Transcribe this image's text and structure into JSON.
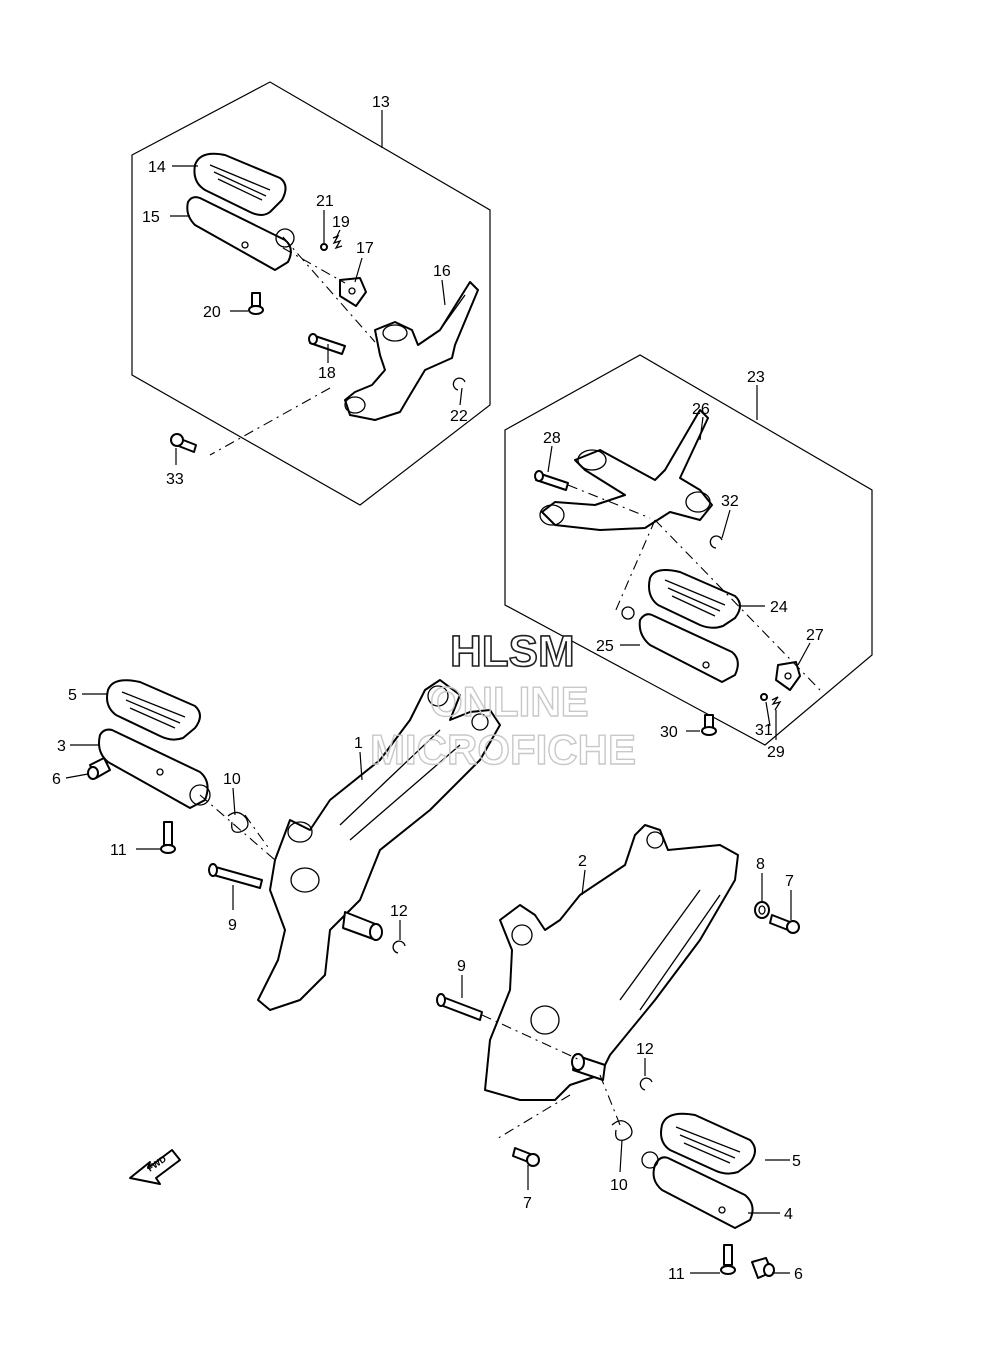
{
  "watermark": {
    "line1": "HLSM",
    "line2": "ONLINE",
    "line3": "MICROFICHE"
  },
  "fwd_label": "FWD",
  "callouts": {
    "c1": "1",
    "c2": "2",
    "c3": "3",
    "c4": "4",
    "c5a": "5",
    "c5b": "5",
    "c6a": "6",
    "c6b": "6",
    "c7a": "7",
    "c7b": "7",
    "c8": "8",
    "c9a": "9",
    "c9b": "9",
    "c10a": "10",
    "c10b": "10",
    "c11a": "11",
    "c11b": "11",
    "c12a": "12",
    "c12b": "12",
    "c13": "13",
    "c14": "14",
    "c15": "15",
    "c16": "16",
    "c17": "17",
    "c18": "18",
    "c19": "19",
    "c20": "20",
    "c21": "21",
    "c22": "22",
    "c23": "23",
    "c24": "24",
    "c25": "25",
    "c26": "26",
    "c27": "27",
    "c28": "28",
    "c29": "29",
    "c30": "30",
    "c31": "31",
    "c32": "32",
    "c33": "33"
  }
}
